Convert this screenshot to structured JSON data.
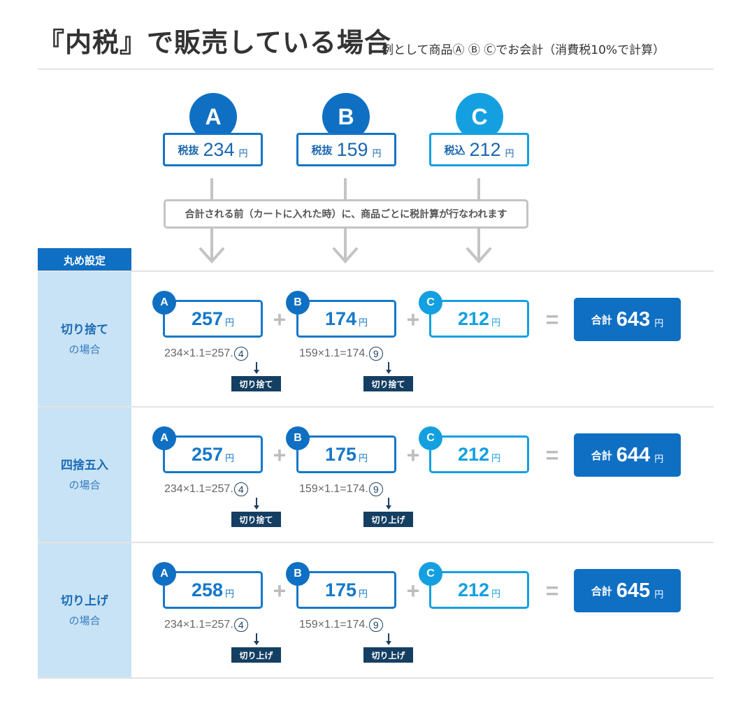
{
  "header": {
    "title": "『内税』で販売している場合",
    "subtitle": "例として商品Ⓐ Ⓑ Ⓒでお会計（消費税10%で計算）"
  },
  "colors": {
    "dark_blue": "#0f6fc3",
    "mid_blue": "#1578c9",
    "light_blue": "#14a0e0",
    "navy": "#153f62",
    "side_bg": "#c8e3f5"
  },
  "products": [
    {
      "letter": "A",
      "label": "税抜",
      "price": "234",
      "yen": "円"
    },
    {
      "letter": "B",
      "label": "税抜",
      "price": "159",
      "yen": "円"
    },
    {
      "letter": "C",
      "label": "税込",
      "price": "212",
      "yen": "円"
    }
  ],
  "note": "合計される前（カートに入れた時）に、商品ごとに税計算が行なわれます",
  "setting_label": "丸め設定",
  "rows": [
    {
      "name": "切り捨て",
      "sub": "の場合",
      "values": [
        "257",
        "174",
        "212"
      ],
      "calcs": [
        {
          "text": "234×1.1=257.",
          "digit": "4",
          "label": "切り捨て"
        },
        {
          "text": "159×1.1=174.",
          "digit": "9",
          "label": "切り捨て"
        }
      ],
      "total_label": "合計",
      "total": "643"
    },
    {
      "name": "四捨五入",
      "sub": "の場合",
      "values": [
        "257",
        "175",
        "212"
      ],
      "calcs": [
        {
          "text": "234×1.1=257.",
          "digit": "4",
          "label": "切り捨て"
        },
        {
          "text": "159×1.1=174.",
          "digit": "9",
          "label": "切り上げ"
        }
      ],
      "total_label": "合計",
      "total": "644"
    },
    {
      "name": "切り上げ",
      "sub": "の場合",
      "values": [
        "258",
        "175",
        "212"
      ],
      "calcs": [
        {
          "text": "234×1.1=257.",
          "digit": "4",
          "label": "切り上げ"
        },
        {
          "text": "159×1.1=174.",
          "digit": "9",
          "label": "切り上げ"
        }
      ],
      "total_label": "合計",
      "total": "645"
    }
  ],
  "yen": "円",
  "ops": {
    "plus": "+",
    "equals": "="
  }
}
